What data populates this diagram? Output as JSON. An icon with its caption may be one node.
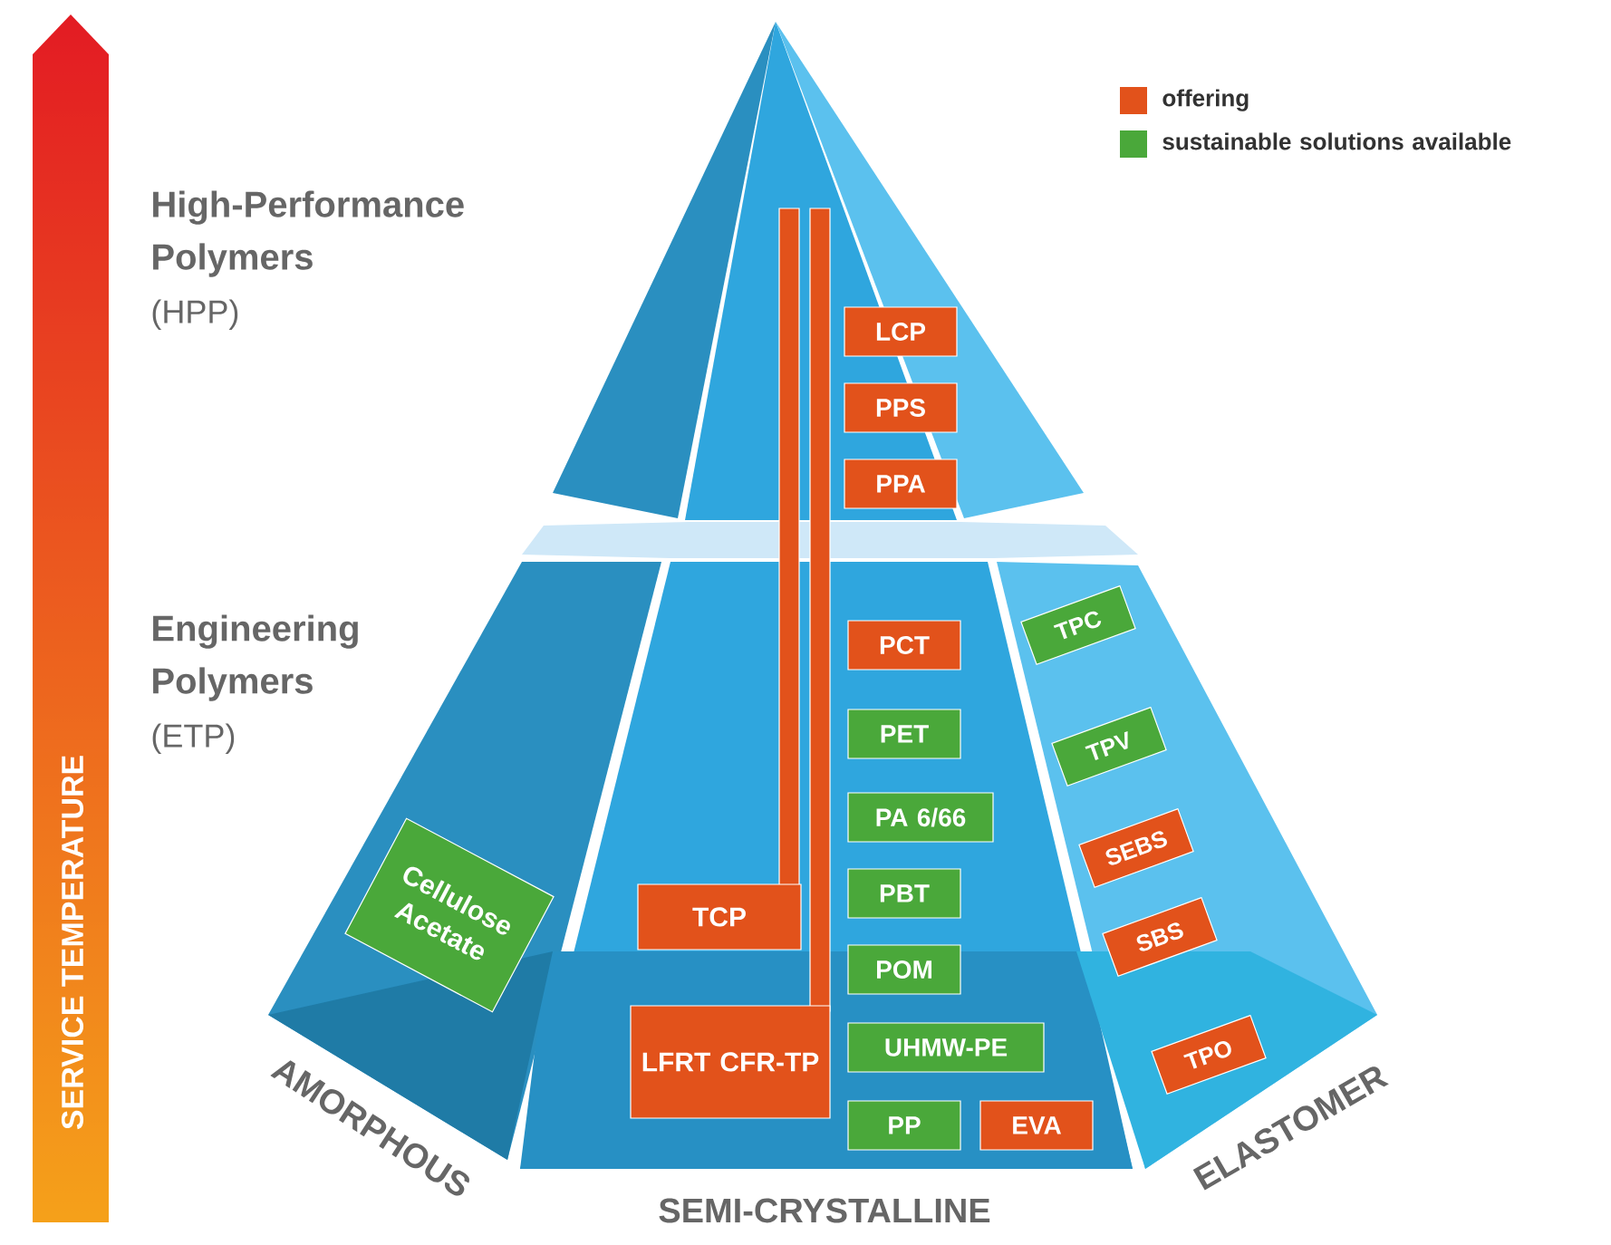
{
  "diagram": {
    "nodes": [
      {
        "text": [
          "LCP"
        ]
      },
      {
        "text": [
          "PPS"
        ]
      },
      {
        "text": [
          "PPA"
        ]
      },
      {
        "text": [
          "PCT"
        ]
      },
      {
        "text": [
          "PET"
        ]
      },
      {
        "text": [
          "PA 6/66"
        ]
      },
      {
        "text": [
          "PBT"
        ]
      },
      {
        "text": [
          "POM"
        ]
      },
      {
        "text": [
          "UHMW-PE"
        ]
      },
      {
        "text": [
          "PP"
        ]
      },
      {
        "text": [
          "EVA"
        ]
      },
      {
        "text": [
          "TCP"
        ]
      },
      {
        "text": [
          "LFRT CFR-TP"
        ]
      },
      {
        "text": [
          "Cellulose Acetate"
        ]
      },
      {
        "text": [
          "TPC"
        ]
      },
      {
        "text": [
          "TPV"
        ]
      },
      {
        "text": [
          "SEBS"
        ]
      },
      {
        "text": [
          "SBS"
        ]
      },
      {
        "text": [
          "TPO"
        ]
      }
    ],
    "labels": [
      "SERVICE TEMPERATURE",
      "High-Performance Polymers",
      "(HPP)",
      "Engineering Polymers",
      "(ETP)",
      "AMORPHOUS",
      "SEMI-CRYSTALLINE",
      "ELASTOMER"
    ],
    "legend": [
      {
        "text": "offering",
        "color": "#e2521b"
      },
      {
        "text": "sustainable solutions available",
        "color": "#4aa83a"
      }
    ]
  }
}
